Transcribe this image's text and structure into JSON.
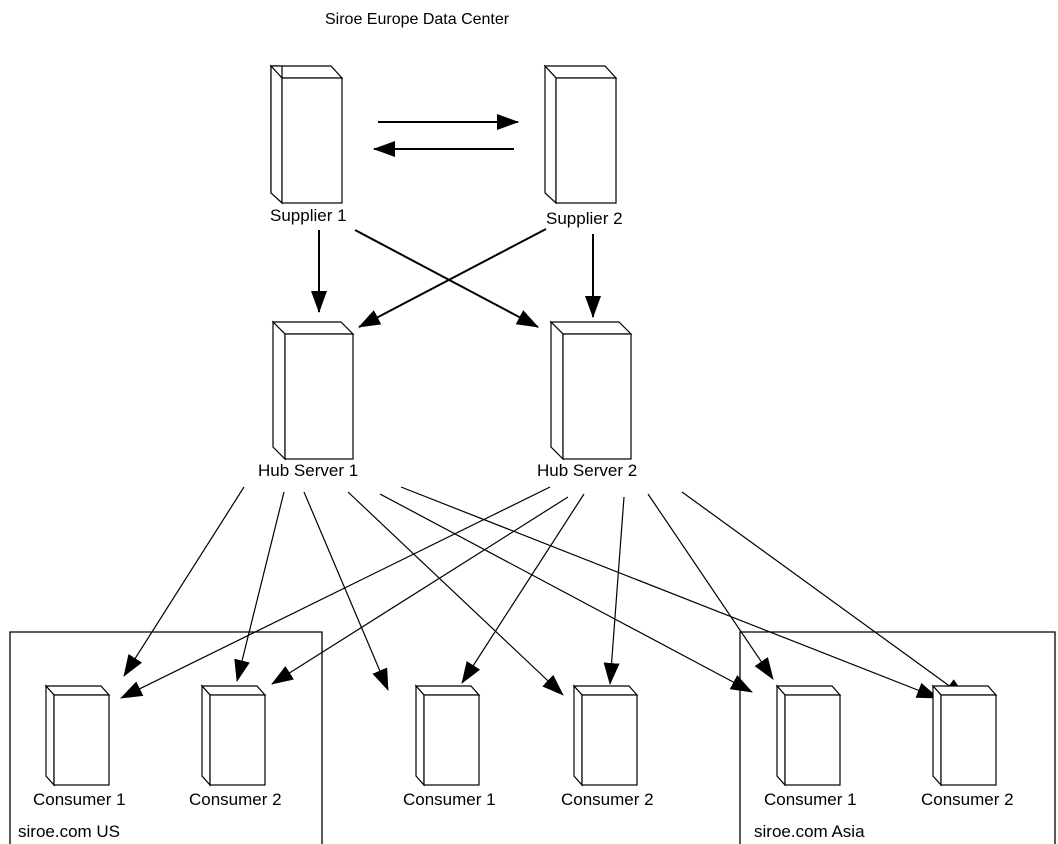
{
  "title": "Siroe Europe Data Center",
  "suppliers": [
    {
      "id": "supplier-1",
      "label": "Supplier 1"
    },
    {
      "id": "supplier-2",
      "label": "Supplier 2"
    }
  ],
  "hubs": [
    {
      "id": "hub-server-1",
      "label": "Hub Server 1"
    },
    {
      "id": "hub-server-2",
      "label": "Hub Server 2"
    }
  ],
  "consumers": [
    {
      "id": "us-consumer-1",
      "label": "Consumer 1",
      "group": "siroe.com US"
    },
    {
      "id": "us-consumer-2",
      "label": "Consumer 2",
      "group": "siroe.com US"
    },
    {
      "id": "eu-consumer-1",
      "label": "Consumer 1",
      "group": ""
    },
    {
      "id": "eu-consumer-2",
      "label": "Consumer 2",
      "group": ""
    },
    {
      "id": "asia-consumer-1",
      "label": "Consumer 1",
      "group": "siroe.com Asia"
    },
    {
      "id": "asia-consumer-2",
      "label": "Consumer 2",
      "group": "siroe.com Asia"
    }
  ],
  "groups": [
    {
      "id": "group-us",
      "label": "siroe.com US"
    },
    {
      "id": "group-asia",
      "label": "siroe.com Asia"
    }
  ],
  "connections": [
    {
      "from": "supplier-1",
      "to": "supplier-2"
    },
    {
      "from": "supplier-2",
      "to": "supplier-1"
    },
    {
      "from": "supplier-1",
      "to": "hub-server-1"
    },
    {
      "from": "supplier-1",
      "to": "hub-server-2"
    },
    {
      "from": "supplier-2",
      "to": "hub-server-1"
    },
    {
      "from": "supplier-2",
      "to": "hub-server-2"
    },
    {
      "from": "hub-server-1",
      "to": "us-consumer-1"
    },
    {
      "from": "hub-server-1",
      "to": "us-consumer-2"
    },
    {
      "from": "hub-server-1",
      "to": "eu-consumer-1"
    },
    {
      "from": "hub-server-1",
      "to": "eu-consumer-2"
    },
    {
      "from": "hub-server-1",
      "to": "asia-consumer-1"
    },
    {
      "from": "hub-server-1",
      "to": "asia-consumer-2"
    },
    {
      "from": "hub-server-2",
      "to": "us-consumer-1"
    },
    {
      "from": "hub-server-2",
      "to": "us-consumer-2"
    },
    {
      "from": "hub-server-2",
      "to": "eu-consumer-1"
    },
    {
      "from": "hub-server-2",
      "to": "eu-consumer-2"
    },
    {
      "from": "hub-server-2",
      "to": "asia-consumer-1"
    },
    {
      "from": "hub-server-2",
      "to": "asia-consumer-2"
    }
  ]
}
